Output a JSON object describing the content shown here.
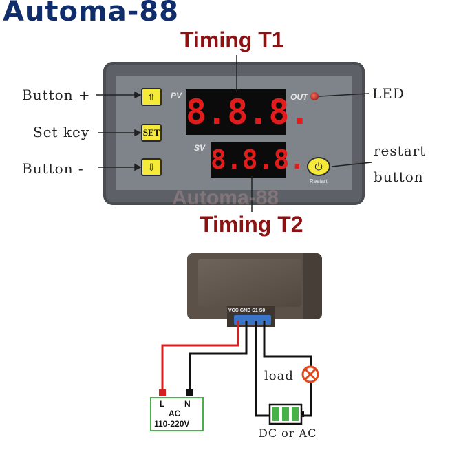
{
  "brand": "Automa-88",
  "headings": {
    "timing_t1": "Timing T1",
    "timing_t2": "Timing T2"
  },
  "callouts": {
    "button_plus": "Button +",
    "set_key": "Set key",
    "button_minus": "Button -",
    "led": "LED",
    "restart_line1": "restart",
    "restart_line2": "button"
  },
  "panel": {
    "pv_label": "PV",
    "sv_label": "SV",
    "out_label": "OUT",
    "pv_digits": "8.8.8.",
    "sv_digits": "8.8.8.",
    "set_button": "SET",
    "up_icon": "up-arrow-icon",
    "down_icon": "down-arrow-icon",
    "restart_label": "Restart",
    "watermark": "Automa-88"
  },
  "module": {
    "terminals": "VCC GND S1 S0"
  },
  "wiring": {
    "load_label": "load",
    "power_label_l": "L",
    "power_label_n": "N",
    "power_label_ac": "AC",
    "power_label_voltage": "110-220V",
    "battery_label": "DC or AC"
  },
  "colors": {
    "brand": "#0f2c6b",
    "heading": "#8b1212",
    "segment": "#e21b1b",
    "button": "#f5ea3a",
    "wire_live": "#d62020",
    "wire_neutral": "#111111",
    "power_box": "#47b247",
    "battery": "#47b247",
    "load_symbol": "#e0471c"
  }
}
